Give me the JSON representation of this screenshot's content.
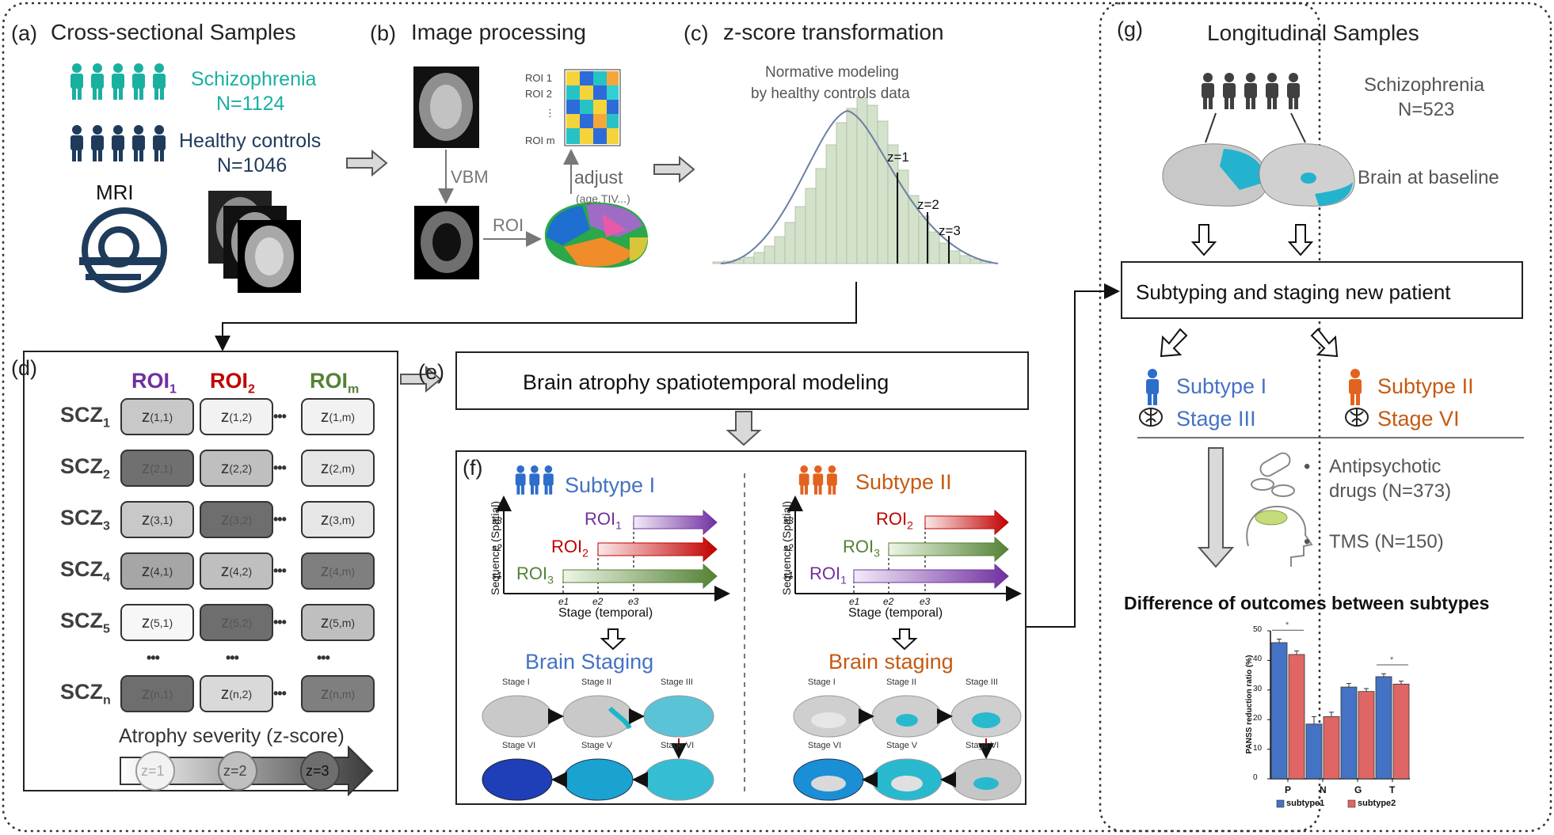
{
  "panel_a": {
    "label": "(a)",
    "title": "Cross-sectional Samples",
    "scz_name": "Schizophrenia",
    "scz_n": "N=1124",
    "hc_name": "Healthy controls",
    "hc_n": "N=1046",
    "mri": "MRI"
  },
  "panel_b": {
    "label": "(b)",
    "title": "Image processing",
    "vbm": "VBM",
    "roi": "ROI",
    "adjust": "adjust",
    "adjust_sub": "(age,TIV...)",
    "roi_rows": [
      "ROI  1",
      "ROI  2",
      "⋮",
      "ROI m"
    ]
  },
  "panel_c": {
    "label": "(c)",
    "title": "z-score transformation",
    "subtitle_1": "Normative modeling",
    "subtitle_2": "by healthy controls data",
    "z_labels": [
      "z=1",
      "z=2",
      "z=3"
    ]
  },
  "panel_d": {
    "label": "(d)",
    "roi_headers": [
      {
        "base": "ROI",
        "sub": "1",
        "color": "#7030a0"
      },
      {
        "base": "ROI",
        "sub": "2",
        "color": "#c00000"
      },
      {
        "base": "ROI",
        "sub": "m",
        "color": "#548235"
      }
    ],
    "rows": [
      {
        "base": "SCZ",
        "sub": "1",
        "cells": [
          {
            "base": "z",
            "sub": "(1,1)",
            "shade": "#c8c8c8"
          },
          {
            "base": "z",
            "sub": "(1,2)",
            "shade": "#f2f2f2"
          },
          {
            "base": "z",
            "sub": "(1,m)",
            "shade": "#f2f2f2"
          }
        ]
      },
      {
        "base": "SCZ",
        "sub": "2",
        "cells": [
          {
            "base": "z",
            "sub": "(2,1)",
            "shade": "#707070"
          },
          {
            "base": "z",
            "sub": "(2,2)",
            "shade": "#bfbfbf"
          },
          {
            "base": "z",
            "sub": "(2,m)",
            "shade": "#e6e6e6"
          }
        ]
      },
      {
        "base": "SCZ",
        "sub": "3",
        "cells": [
          {
            "base": "z",
            "sub": "(3,1)",
            "shade": "#c8c8c8"
          },
          {
            "base": "z",
            "sub": "(3,2)",
            "shade": "#6e6e6e"
          },
          {
            "base": "z",
            "sub": "(3,m)",
            "shade": "#e6e6e6"
          }
        ]
      },
      {
        "base": "SCZ",
        "sub": "4",
        "cells": [
          {
            "base": "z",
            "sub": "(4,1)",
            "shade": "#a6a6a6"
          },
          {
            "base": "z",
            "sub": "(4,2)",
            "shade": "#bfbfbf"
          },
          {
            "base": "z",
            "sub": "(4,m)",
            "shade": "#7f7f7f"
          }
        ]
      },
      {
        "base": "SCZ",
        "sub": "5",
        "cells": [
          {
            "base": "z",
            "sub": "(5,1)",
            "shade": "#f7f7f7"
          },
          {
            "base": "z",
            "sub": "(5,2)",
            "shade": "#6e6e6e"
          },
          {
            "base": "z",
            "sub": "(5,m)",
            "shade": "#bfbfbf"
          }
        ]
      },
      {
        "base": "SCZ",
        "sub": "n",
        "cells": [
          {
            "base": "z",
            "sub": "(n,1)",
            "shade": "#6e6e6e"
          },
          {
            "base": "z",
            "sub": "(n,2)",
            "shade": "#d9d9d9"
          },
          {
            "base": "z",
            "sub": "(n,m)",
            "shade": "#7f7f7f"
          }
        ]
      }
    ],
    "severity_title": "Atrophy severity (z-score)",
    "severity_levels": [
      "z=1",
      "z=2",
      "z=3"
    ]
  },
  "panel_e": {
    "label": "(e)",
    "title": "Brain atrophy spatiotemporal modeling"
  },
  "panel_f": {
    "label": "(f)",
    "subtype1": {
      "name": "Subtype I",
      "color": "#4472c4",
      "staging": "Brain Staging",
      "rois": [
        {
          "base": "ROI",
          "sub": "1",
          "color": "#7030a0"
        },
        {
          "base": "ROI",
          "sub": "2",
          "color": "#c00000"
        },
        {
          "base": "ROI",
          "sub": "3",
          "color": "#548235"
        }
      ]
    },
    "subtype2": {
      "name": "Subtype II",
      "color": "#c55a11",
      "staging": "Brain staging",
      "rois": [
        {
          "base": "ROI",
          "sub": "2",
          "color": "#c00000"
        },
        {
          "base": "ROI",
          "sub": "3",
          "color": "#548235"
        },
        {
          "base": "ROI",
          "sub": "1",
          "color": "#7030a0"
        }
      ]
    },
    "yaxis": "Sequence (Spatial)",
    "xaxis": "Stage (temporal)",
    "s_ticks": [
      "s3",
      "s2",
      "s1"
    ],
    "e_ticks": [
      "e1",
      "e2",
      "e3"
    ],
    "stages_top": [
      "Stage I",
      "Stage II",
      "Stage III"
    ],
    "stages_bottom": [
      "Stage VI",
      "Stage V",
      "Stage VI"
    ]
  },
  "panel_g": {
    "label": "(g)",
    "title": "Longitudinal Samples",
    "scz_name": "Schizophrenia",
    "scz_n": "N=523",
    "baseline": "Brain at baseline",
    "subtyping": "Subtyping and staging new patient",
    "result1_subtype": "Subtype I",
    "result1_stage": "Stage III",
    "result2_subtype": "Subtype II",
    "result2_stage": "Stage VI",
    "treat1": "Antipsychotic",
    "treat1b": "drugs (N=373)",
    "treat2": "TMS (N=150)",
    "bullet": "•",
    "outcome_title": "Difference of outcomes between subtypes"
  },
  "colors": {
    "teal": "#1ab0a0",
    "navy": "#1f3b5c",
    "blue": "#4472c4",
    "orange": "#c55a11"
  },
  "chart_data": {
    "type": "bar",
    "categories": [
      "P",
      "N",
      "G",
      "T"
    ],
    "series": [
      {
        "name": "subtype1",
        "values": [
          46,
          18.5,
          31,
          34.5
        ],
        "errors": [
          1.2,
          2.5,
          1.2,
          1.0
        ],
        "color": "#4472c4"
      },
      {
        "name": "subtype2",
        "values": [
          42,
          21,
          29.5,
          32
        ],
        "errors": [
          1.2,
          1.5,
          1.0,
          1.0
        ],
        "color": "#e06666"
      }
    ],
    "significant": [
      "P",
      "T"
    ],
    "significance_mark": "*",
    "ylabel": "PANSS reduction ratio (%)",
    "ylim": [
      0,
      50
    ],
    "yticks": [
      0,
      10,
      20,
      30,
      40,
      50
    ],
    "legend": "bottom"
  }
}
